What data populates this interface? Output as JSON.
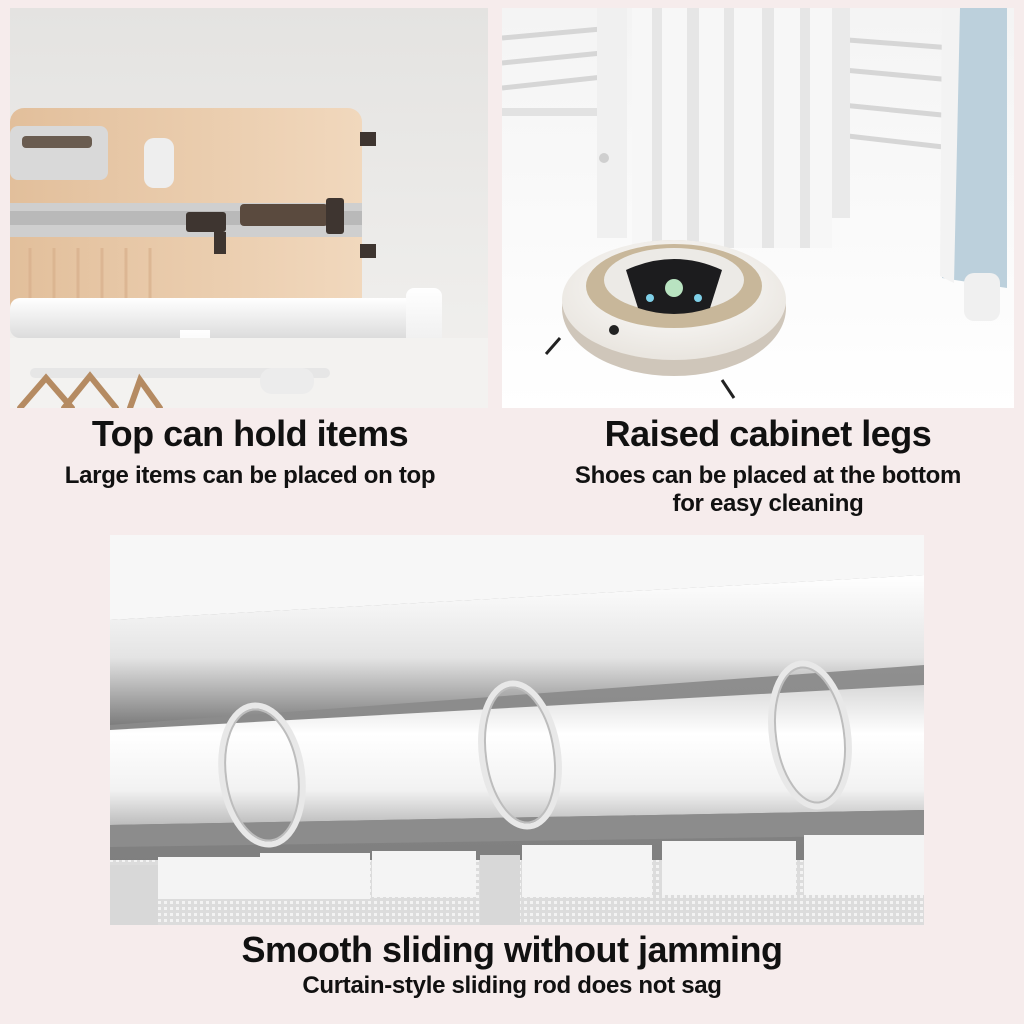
{
  "panels": {
    "top_left": {
      "title": "Top can hold items",
      "subtitle": "Large items can be placed on top"
    },
    "top_right": {
      "title": "Raised cabinet legs",
      "subtitle_line1": "Shoes can be placed at the bottom",
      "subtitle_line2": "for easy cleaning"
    },
    "bottom": {
      "title": "Smooth sliding without jamming",
      "subtitle": "Curtain-style sliding rod does not sag"
    }
  },
  "colors": {
    "background": "#f6ecec",
    "suitcase": "#e8c9a8",
    "frame": "#f4f4f4",
    "text": "#111111"
  }
}
